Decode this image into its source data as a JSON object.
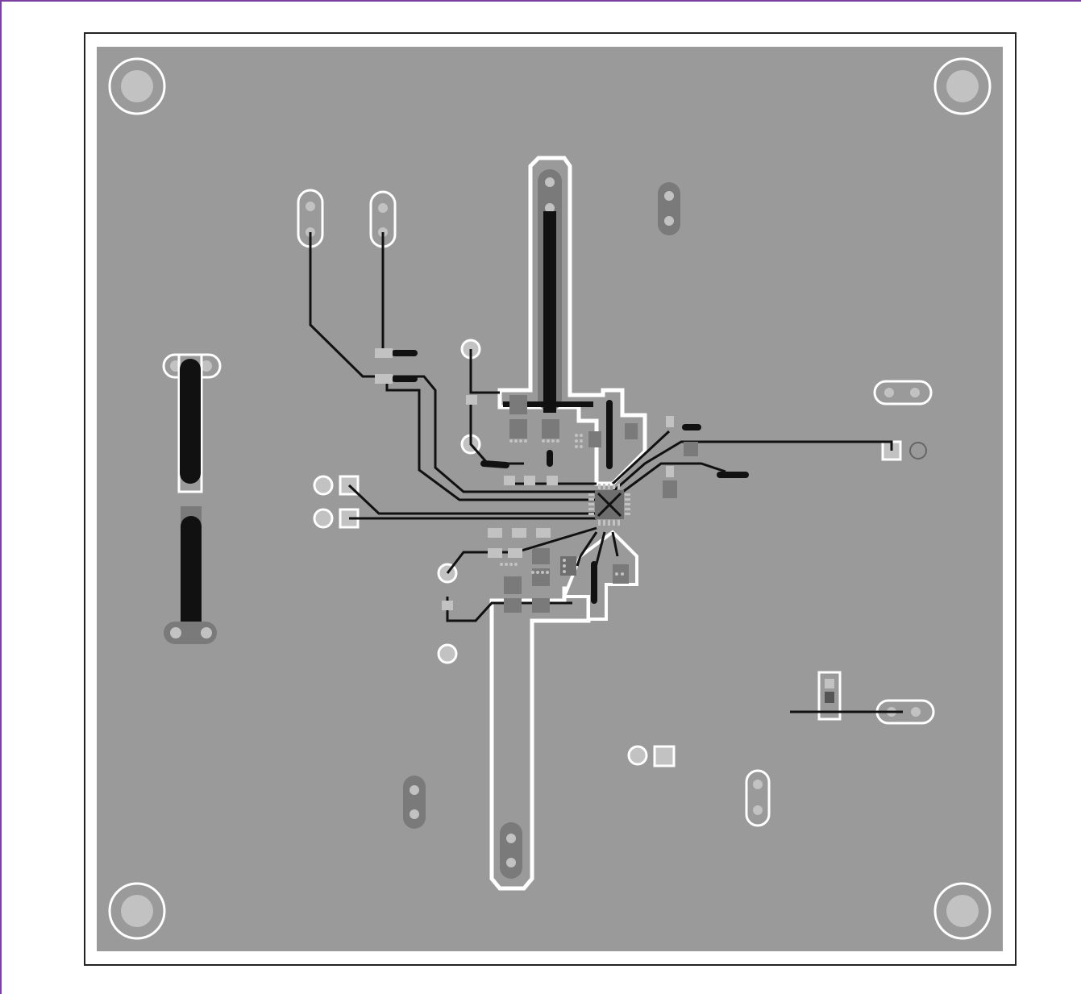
{
  "diagram": {
    "kind": "pcb-bottom-layer-view",
    "colors": {
      "frame_border": "#7b3fa0",
      "page_background": "#ffffff",
      "board_outline": "#222222",
      "copper_pour": "#9a9a9a",
      "clearance": "#ffffff",
      "trace": "#111111",
      "pad": "#c2c2c2",
      "pad_dark": "#6e6e6e",
      "component_body": "#7a7a7a"
    },
    "mounting_holes": [
      "top-left",
      "top-right",
      "bottom-left",
      "bottom-right"
    ],
    "features": [
      "high-current-vertical-trace-top",
      "high-current-vertical-trace-bottom",
      "left-connector-bus",
      "center-qfn-ic",
      "signal-fanout",
      "two-pin-header-left",
      "test-pad-right",
      "test-pad-bottom"
    ]
  }
}
